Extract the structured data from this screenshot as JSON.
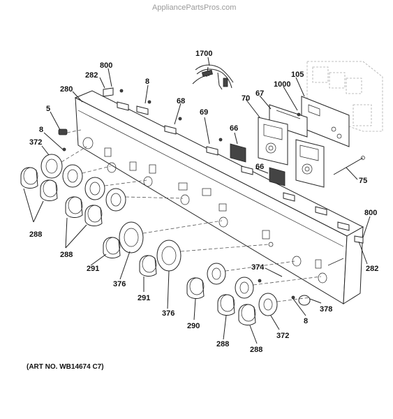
{
  "watermark": "AppliancePartsPros.com",
  "art_number": "(ART NO. WB14674 C7)",
  "callouts": [
    {
      "id": "c1700a",
      "text": "1700"
    },
    {
      "id": "c800a",
      "text": "800"
    },
    {
      "id": "c282a",
      "text": "282"
    },
    {
      "id": "c8a",
      "text": "8"
    },
    {
      "id": "c105",
      "text": "105"
    },
    {
      "id": "c280",
      "text": "280"
    },
    {
      "id": "c1000",
      "text": "1000"
    },
    {
      "id": "c67",
      "text": "67"
    },
    {
      "id": "c70",
      "text": "70"
    },
    {
      "id": "c68",
      "text": "68"
    },
    {
      "id": "c5",
      "text": "5"
    },
    {
      "id": "c69",
      "text": "69"
    },
    {
      "id": "c66a",
      "text": "66"
    },
    {
      "id": "c8b",
      "text": "8"
    },
    {
      "id": "c372a",
      "text": "372"
    },
    {
      "id": "c66b",
      "text": "66"
    },
    {
      "id": "c75",
      "text": "75"
    },
    {
      "id": "c288a",
      "text": "288"
    },
    {
      "id": "c800b",
      "text": "800"
    },
    {
      "id": "c288b",
      "text": "288"
    },
    {
      "id": "c291a",
      "text": "291"
    },
    {
      "id": "c282b",
      "text": "282"
    },
    {
      "id": "c374",
      "text": "374"
    },
    {
      "id": "c376a",
      "text": "376"
    },
    {
      "id": "c291b",
      "text": "291"
    },
    {
      "id": "c376b",
      "text": "376"
    },
    {
      "id": "c378",
      "text": "378"
    },
    {
      "id": "c8c",
      "text": "8"
    },
    {
      "id": "c290",
      "text": "290"
    },
    {
      "id": "c372b",
      "text": "372"
    },
    {
      "id": "c288c",
      "text": "288"
    },
    {
      "id": "c288d",
      "text": "288"
    }
  ]
}
